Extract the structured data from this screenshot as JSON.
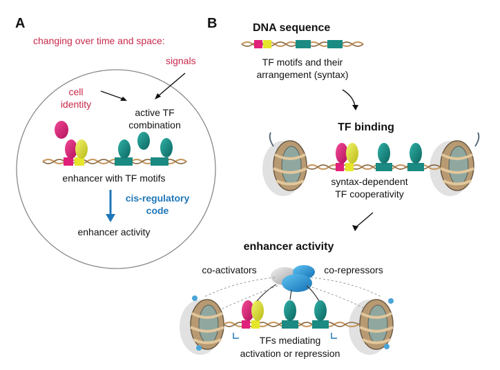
{
  "panel_a": {
    "label": "A",
    "heading": "changing over time and space:",
    "signals": "signals",
    "cell_identity": [
      "cell",
      "identity"
    ],
    "tf_combination": [
      "active TF",
      "combination"
    ],
    "enhancer": "enhancer with TF motifs",
    "code": [
      "cis-regulatory",
      "code"
    ],
    "activity": "enhancer activity"
  },
  "panel_b": {
    "label": "B",
    "dna_title": "DNA sequence",
    "dna_text": [
      "TF motifs and their",
      "arrangement (syntax)"
    ],
    "binding_title": "TF binding",
    "binding_text": [
      "syntax-dependent",
      "TF cooperativity"
    ],
    "activity_title": "enhancer activity",
    "coactivators": "co-activators",
    "corepressors": "co-repressors",
    "mediating_text": [
      "TFs mediating",
      "activation or repression"
    ]
  },
  "colors": {
    "magenta": "#e0207a",
    "yellow": "#e5e62a",
    "teal": "#1a8a82",
    "red_text": "#c8284a",
    "blue_text": "#1f77b8",
    "dna": "#c89a62"
  }
}
